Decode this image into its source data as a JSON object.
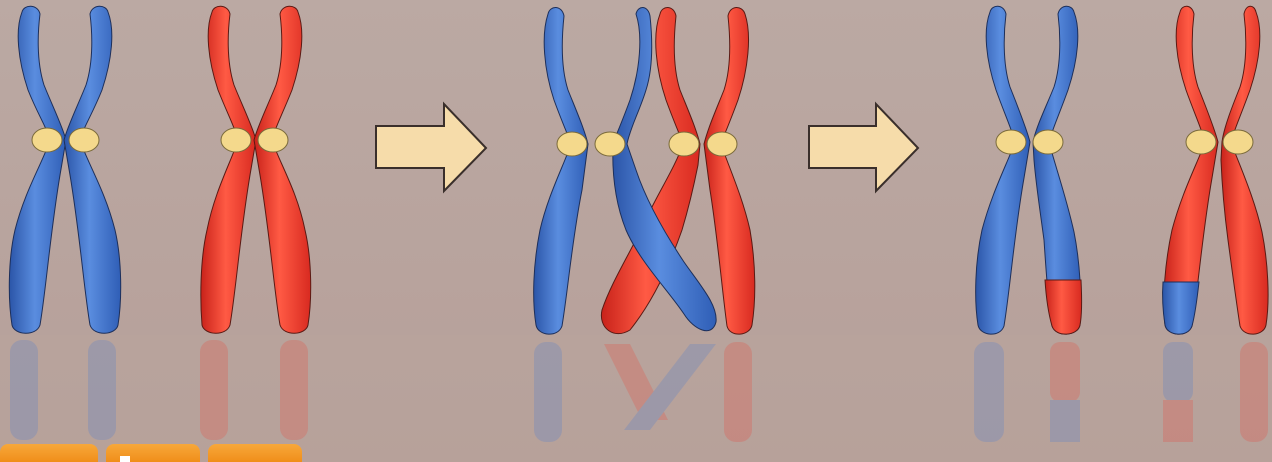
{
  "figure": {
    "stages": [
      {
        "id": "before",
        "description": ""
      },
      {
        "id": "crossing",
        "description": ""
      },
      {
        "id": "after",
        "description": ""
      }
    ],
    "colors": {
      "maternal": "#3f6fc7",
      "paternal": "#e8382c",
      "centromere": "#f4d98c",
      "arrow_fill": "#f6dcaa",
      "arrow_stroke": "#3a2f2b",
      "background": "#b9a59f",
      "toolbar": "#f08e1a"
    },
    "icons": [
      "arrow-right-icon",
      "arrow-right-icon"
    ]
  }
}
